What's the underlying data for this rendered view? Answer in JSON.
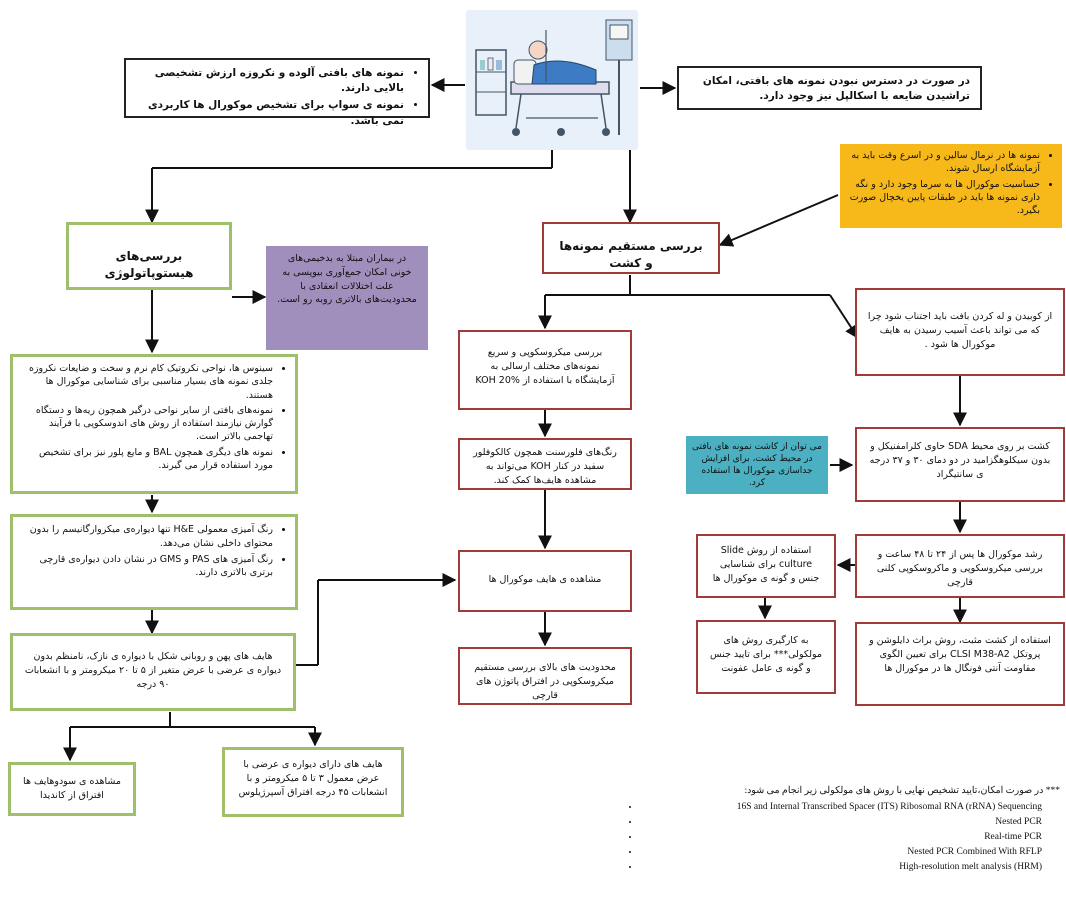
{
  "top_left": {
    "items": [
      "نمونه های بافتی آلوده و نکروزه ارزش تشخیصی بالایی دارند.",
      "نمونه ی سواپ برای تشخیص موکورال ها کاربردی نمی باشد."
    ]
  },
  "top_right": {
    "text": "در صورت در دسترس نبودن نمونه های بافتی، امکان تراشیدن ضایعه با اسکالپل نیز وجود دارد."
  },
  "yellow_note": {
    "items": [
      "نمونه ها در نرمال سالین و در اسرع وقت باید به آزمایشگاه ارسال شوند.",
      "حساسیت موکورال ها به سرما وجود دارد و نگه داری نمونه ها باید در طبقات پایین یخچال صورت بگیرد."
    ]
  },
  "histo": {
    "title": "بررسی‌های هیستوپاتولوژی",
    "purple_note": "در بیماران مبتلا به بدخیمی‌های خونی امکان جمع‌آوری بیوپسی به علت اختلالات انعقادی با محدودیت‌های بالاتری روبه رو است.",
    "box1": [
      "سینوس ها، نواحی نکروتیک کام نرم و سخت و ضایعات نکروزه جلدی نمونه های بسیار مناسبی برای شناسایی موکورال ها هستند.",
      "نمونه‌های بافتی از سایر نواحی درگیر همچون ریه‌ها و دستگاه گوارش نیازمند استفاده از روش های اندوسکوپی با فرآیند تهاجمی بالاتر است.",
      "نمونه های دیگری همچون BAL و مایع پلور نیز برای تشخیص مورد استفاده قرار می گیرند."
    ],
    "box2": [
      "رنگ آمیزی معمولی H&E تنها دیواره‌ی میکروارگانیسم را بدون محتوای داخلی نشان می‌دهد.",
      "رنگ آمیزی های PAS و GMS در نشان دادن دیواره‌ی قارچی برتری بالاتری دارند."
    ],
    "box3": "هایف های پهن و روبانی شکل با دیواره ی نازک، نامنظم بدون دیواره ی عرضی با عرض متغیر از ۵ تا ۲۰ میکرومتر و با انشعابات ۹۰ درجه",
    "box4_left": "مشاهده ی سودوهایف ها افتراق از کاندیدا",
    "box4_right": "هایف های دارای دیواره ی عرضی با عرض معمول ۳ تا ۵ میکرومتر و با انشعابات ۴۵ درجه افتراق آسپرژیلوس"
  },
  "direct": {
    "title": "بررسی مستقیم نمونه‌ها و کشت",
    "micro1": "بررسی میکروسکوپی و سریع نمونه‌های مختلف ارسالی به آزمایشگاه با استفاده از KOH 20%",
    "micro2": "رنگ‌های فلورسنت همچون کالکوفلور سفید در کنار KOH می‌تواند به مشاهده هایف‌ها کمک کند.",
    "micro3": "مشاهده ی هایف موکورال ها",
    "micro4": "محدودیت های بالای بررسی مستقیم میکروسکوپی در افتراق پاتوژن های قارچی",
    "culture1": "از کوبیدن و له کردن بافت باید اجتناب شود چرا که می تواند باعث آسیب رسیدن به هایف موکورال ها شود .",
    "culture2": "کشت بر روی محیط SDA حاوی کلرامفنیکل و بدون سیکلوهگزامید در دو دمای ۳۰ و ۳۷ درجه ی سانتیگراد",
    "teal_note": "می توان از کاشت نمونه های بافتی در محیط کشت، برای افزایش جداسازی موکورال ها استفاده کرد.",
    "culture3": "رشد موکورال ها پس از ۲۴ تا ۴۸ ساعت و بررسی میکروسکوپی و ماکروسکوپی کلنی قارچی",
    "slide": "استفاده از روش Slide culture برای شناسایی جنس و گونه ی موکورال ها",
    "molecular": "به کارگیری روش های مولکولی*** برای تایید جنس و گونه ی عامل عفونت",
    "antifungal": "استفاده از کشت مثبت، روش براث دایلوشن و پروتکل CLSI M38-A2 برای تعیین الگوی مقاومت آنتی فونگال ها در موکورال ها"
  },
  "footnote": {
    "heading": "*** در صورت امکان،تایید تشخیص نهایی با روش های مولکولی زیر انجام می شود:",
    "items": [
      "16S and  Internal Transcribed Spacer (ITS) Ribosomal RNA (rRNA) Sequencing",
      "Nested PCR",
      "Real-time PCR",
      "Nested PCR Combined With RFLP",
      "High-resolution melt analysis (HRM)"
    ]
  },
  "colors": {
    "red_border": "#a33a3a",
    "green_border": "#9fc06a",
    "yellow_fill": "#f7b81a",
    "purple_fill": "#a08fbd",
    "teal_fill": "#4ab0c2",
    "illustration_bg": "#e8f1fa"
  }
}
